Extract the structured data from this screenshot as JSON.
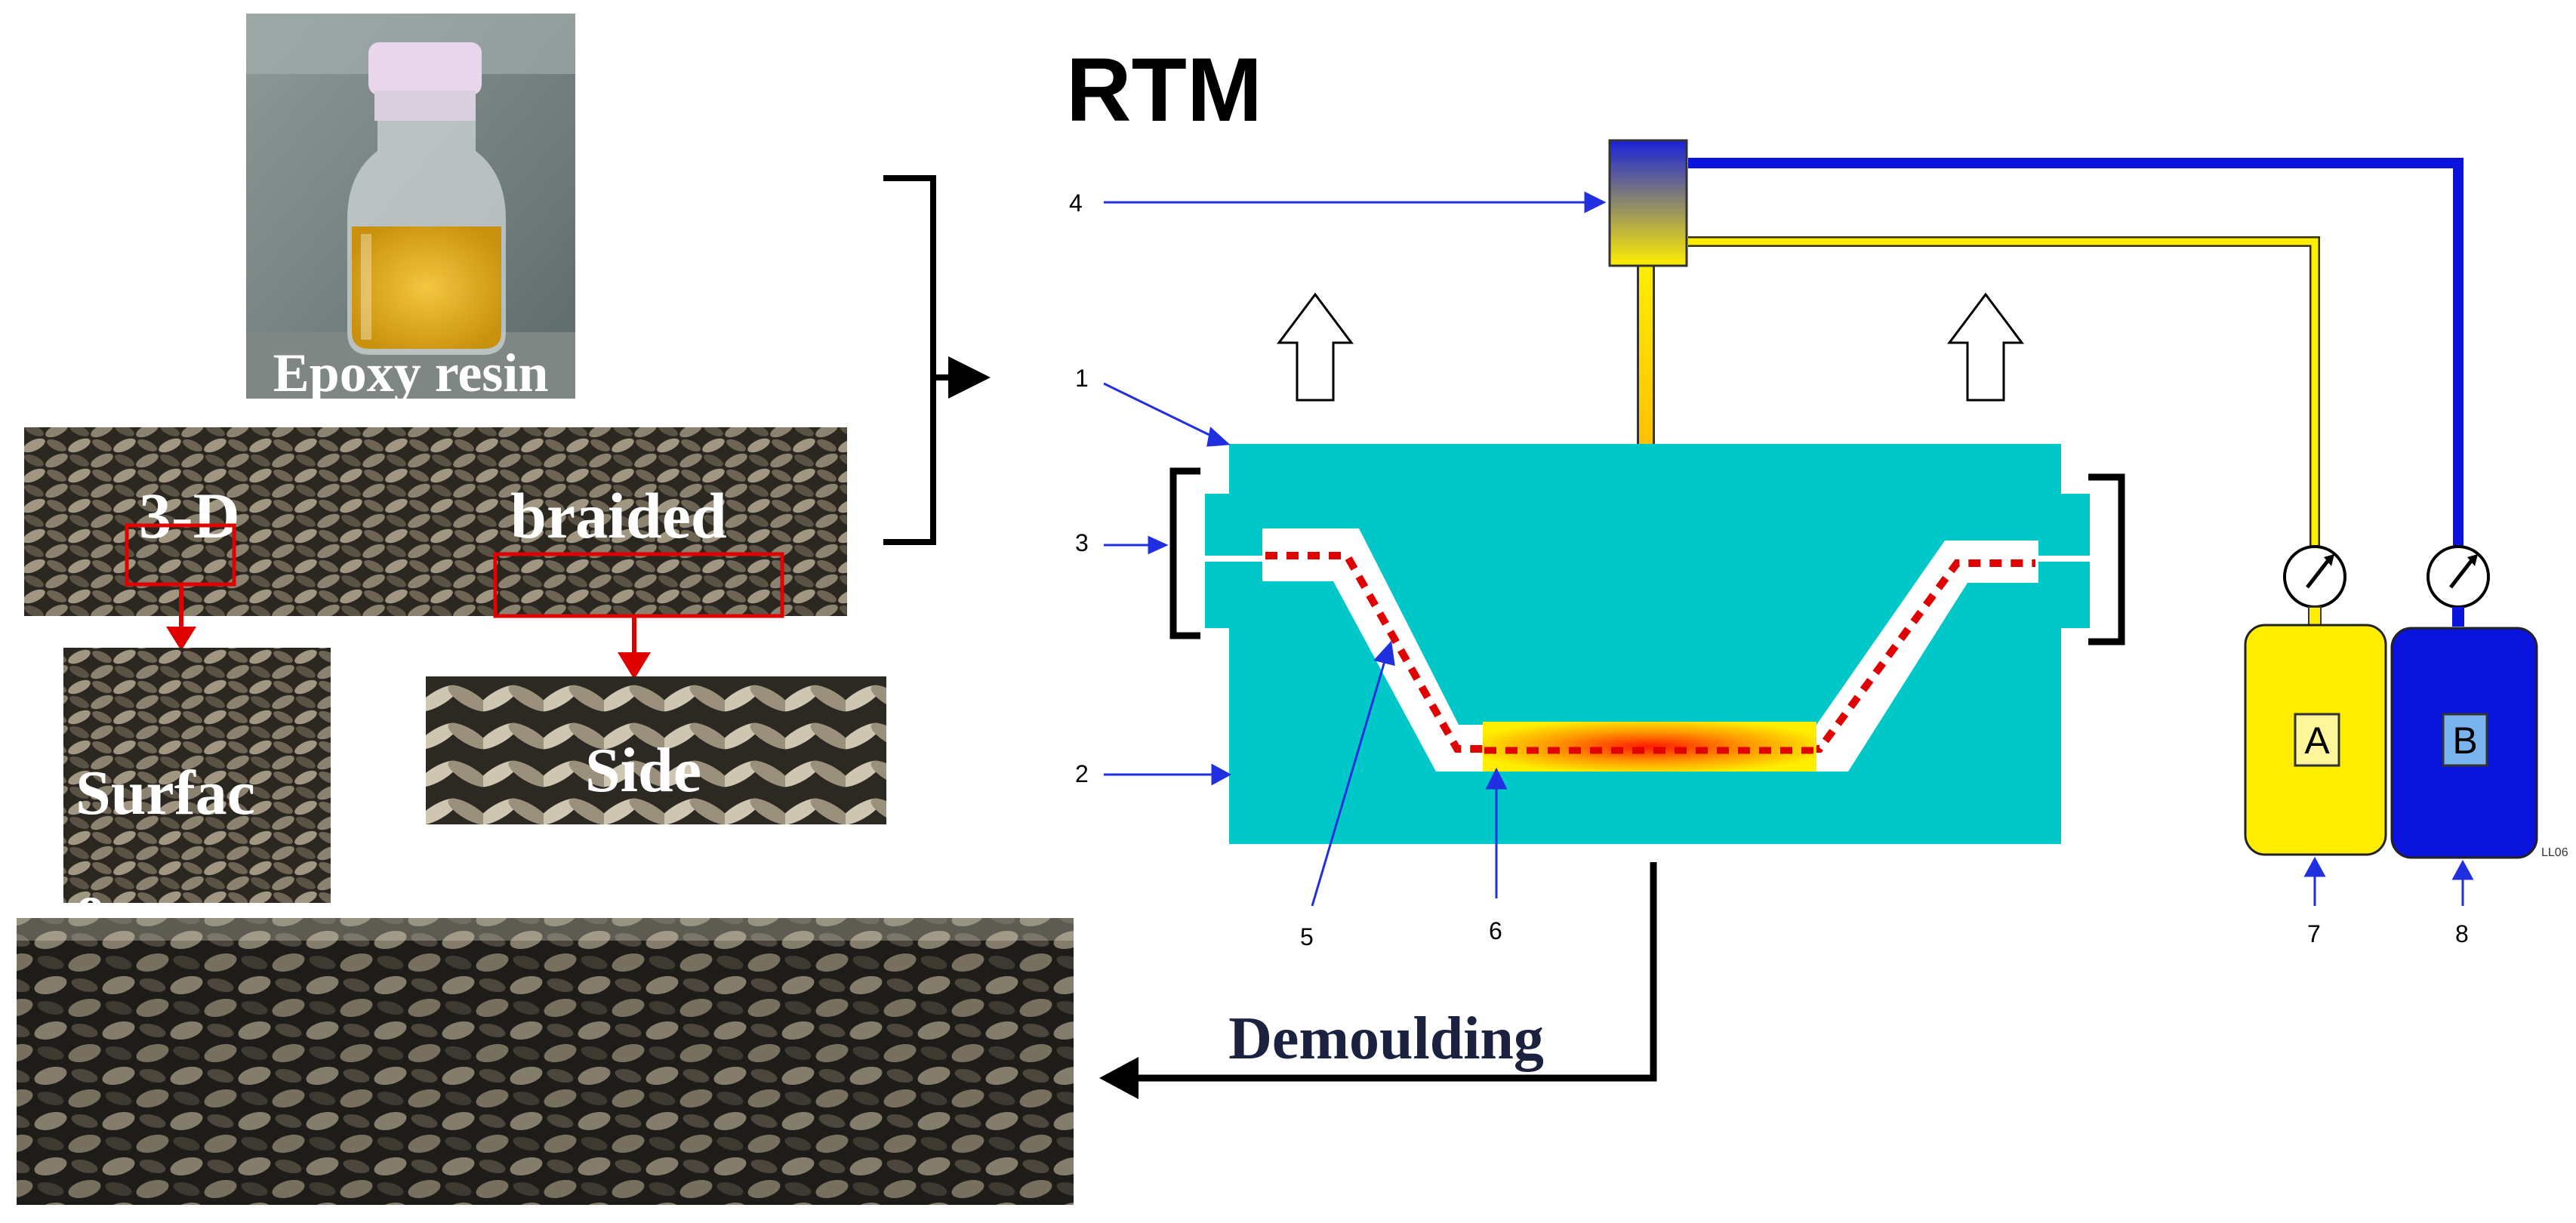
{
  "photos": {
    "resin_label": "Epoxy resin",
    "braid_label_left": "3-D",
    "braid_label_right": "braided",
    "surface_label_line1": "Surfac",
    "surface_label_line2": "e",
    "side_label": "Side"
  },
  "rtm": {
    "title": "RTM",
    "callouts": [
      "1",
      "2",
      "3",
      "4",
      "5",
      "6",
      "7",
      "8"
    ],
    "tank_a_label": "A",
    "tank_b_label": "B",
    "tiny_code": "LL06"
  },
  "flow": {
    "demoulding_label": "Demoulding"
  },
  "colors": {
    "mold": "#00c8c8",
    "resin_line": "#ffee00",
    "hardener_line": "#0a14dc",
    "tank_a": "#ffee00",
    "tank_b": "#0a14dc",
    "fiber_dash": "#e00000",
    "highlight_box": "#e00000"
  }
}
